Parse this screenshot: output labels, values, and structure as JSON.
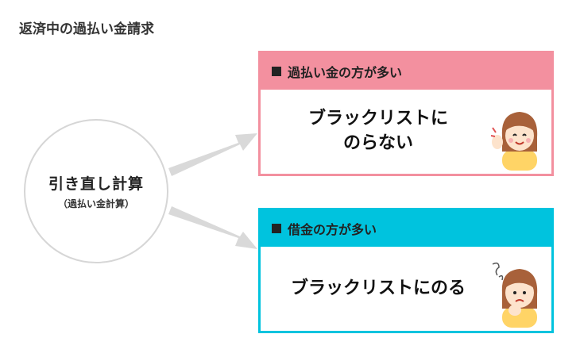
{
  "title": "返済中の過払い金請求",
  "center": {
    "main": "引き直し計算",
    "sub": "（過払い金計算）"
  },
  "outcomes": [
    {
      "heading": "過払い金の方が多い",
      "result_lines": [
        "ブラックリストに",
        "のらない"
      ],
      "color": "#f3909f"
    },
    {
      "heading": "借金の方が多い",
      "result_lines": [
        "ブラックリストにのる"
      ],
      "color": "#00c3de"
    }
  ],
  "icons": {
    "happy": "happy-woman-icon",
    "worried": "worried-woman-icon"
  }
}
